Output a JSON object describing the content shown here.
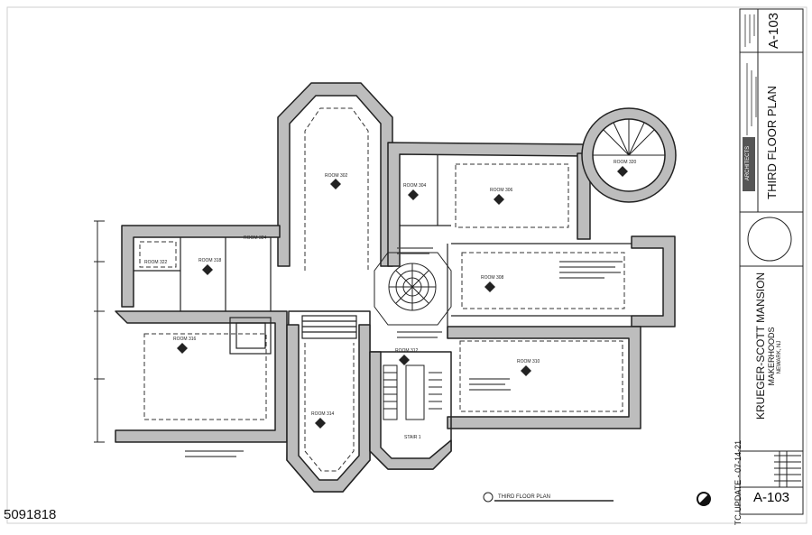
{
  "sheet": {
    "number": "A-103",
    "title": "THIRD FLOOR PLAN",
    "project_name": "KRUEGER-SCOTT MANSION",
    "client": "MAKERHOODS",
    "location": "NEWARK, NJ",
    "revision_note": "TC UPDATE - 07-14-21",
    "firm_logo_text": "ARCHITECTS"
  },
  "plan": {
    "caption": "THIRD FLOOR PLAN",
    "room_labels": [
      "ROOM 302",
      "ROOM 304",
      "ROOM 306",
      "ROOM 308",
      "ROOM 310",
      "ROOM 312",
      "ROOM 314",
      "ROOM 316",
      "ROOM 318",
      "ROOM 320",
      "ROOM 322",
      "ROOM 324",
      "STAIR 1"
    ]
  },
  "listing": {
    "id": "5091818"
  },
  "colors": {
    "line": "#222222",
    "wall_fill": "#bdbdbd",
    "paper": "#ffffff"
  }
}
